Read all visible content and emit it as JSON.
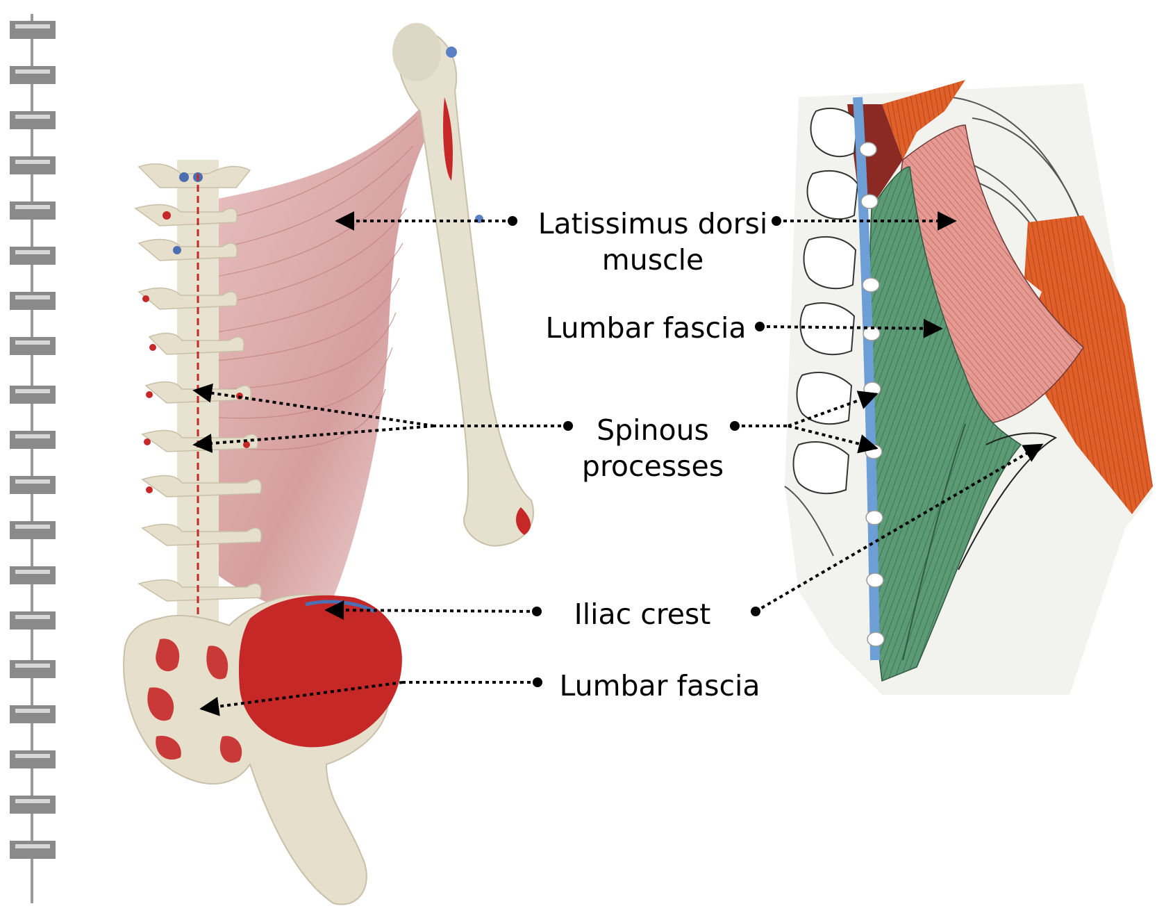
{
  "labels": {
    "latissimus_line1": "Latissimus dorsi",
    "latissimus_line2": "muscle",
    "lumbar_fascia_upper": "Lumbar fascia",
    "spinous_line1": "Spinous",
    "spinous_line2": "processes",
    "iliac_crest": "Iliac crest",
    "lumbar_fascia_lower": "Lumbar fascia"
  },
  "colors": {
    "muscle_pink": "#d9a3a3",
    "muscle_red": "#c62828",
    "bone": "#e8e2d2",
    "green_muscle": "#4f8f6a",
    "orange_muscle": "#d9541e",
    "blue_ligament": "#6d9fd6"
  },
  "icons": [
    "spiral-binding-icon"
  ]
}
